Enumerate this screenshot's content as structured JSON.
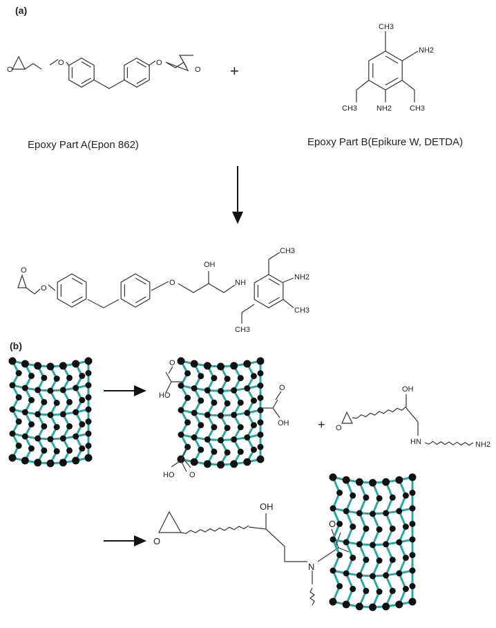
{
  "panels": {
    "a": "(a)",
    "b": "(b)"
  },
  "part_a": {
    "caption": "Epoxy Part A(Epon 862)",
    "atoms": [
      "O",
      "O",
      "O",
      "O"
    ]
  },
  "plus": "+",
  "part_b": {
    "caption": "Epoxy Part B(Epikure W, DETDA)",
    "atoms": {
      "ch3_top": "CH3",
      "nh2_right": "NH2",
      "nh2_bottom": "NH2",
      "ch3_left": "CH3",
      "ch3_right": "CH3"
    }
  },
  "product": {
    "atoms": {
      "epox_o": "O",
      "o1": "O",
      "o2": "O",
      "oh": "OH",
      "nh": "NH",
      "ch3_top": "CH3",
      "nh2": "NH2",
      "ch3_right": "CH3",
      "ch3_bottom": "CH3"
    }
  },
  "panel_b": {
    "cooh": {
      "ho1": "HO",
      "o1": "O",
      "oh2": "OH",
      "o2": "O",
      "ho3": "HO",
      "o3": "O"
    },
    "amine": {
      "o": "O",
      "oh": "OH",
      "hn": "HN",
      "nh2": "NH2"
    },
    "final": {
      "o": "O",
      "oh": "OH",
      "n": "N",
      "co": "O"
    }
  },
  "colors": {
    "bond": "#333333",
    "tube_bond": "#2aa6a8",
    "tube_atom": "#111111"
  }
}
